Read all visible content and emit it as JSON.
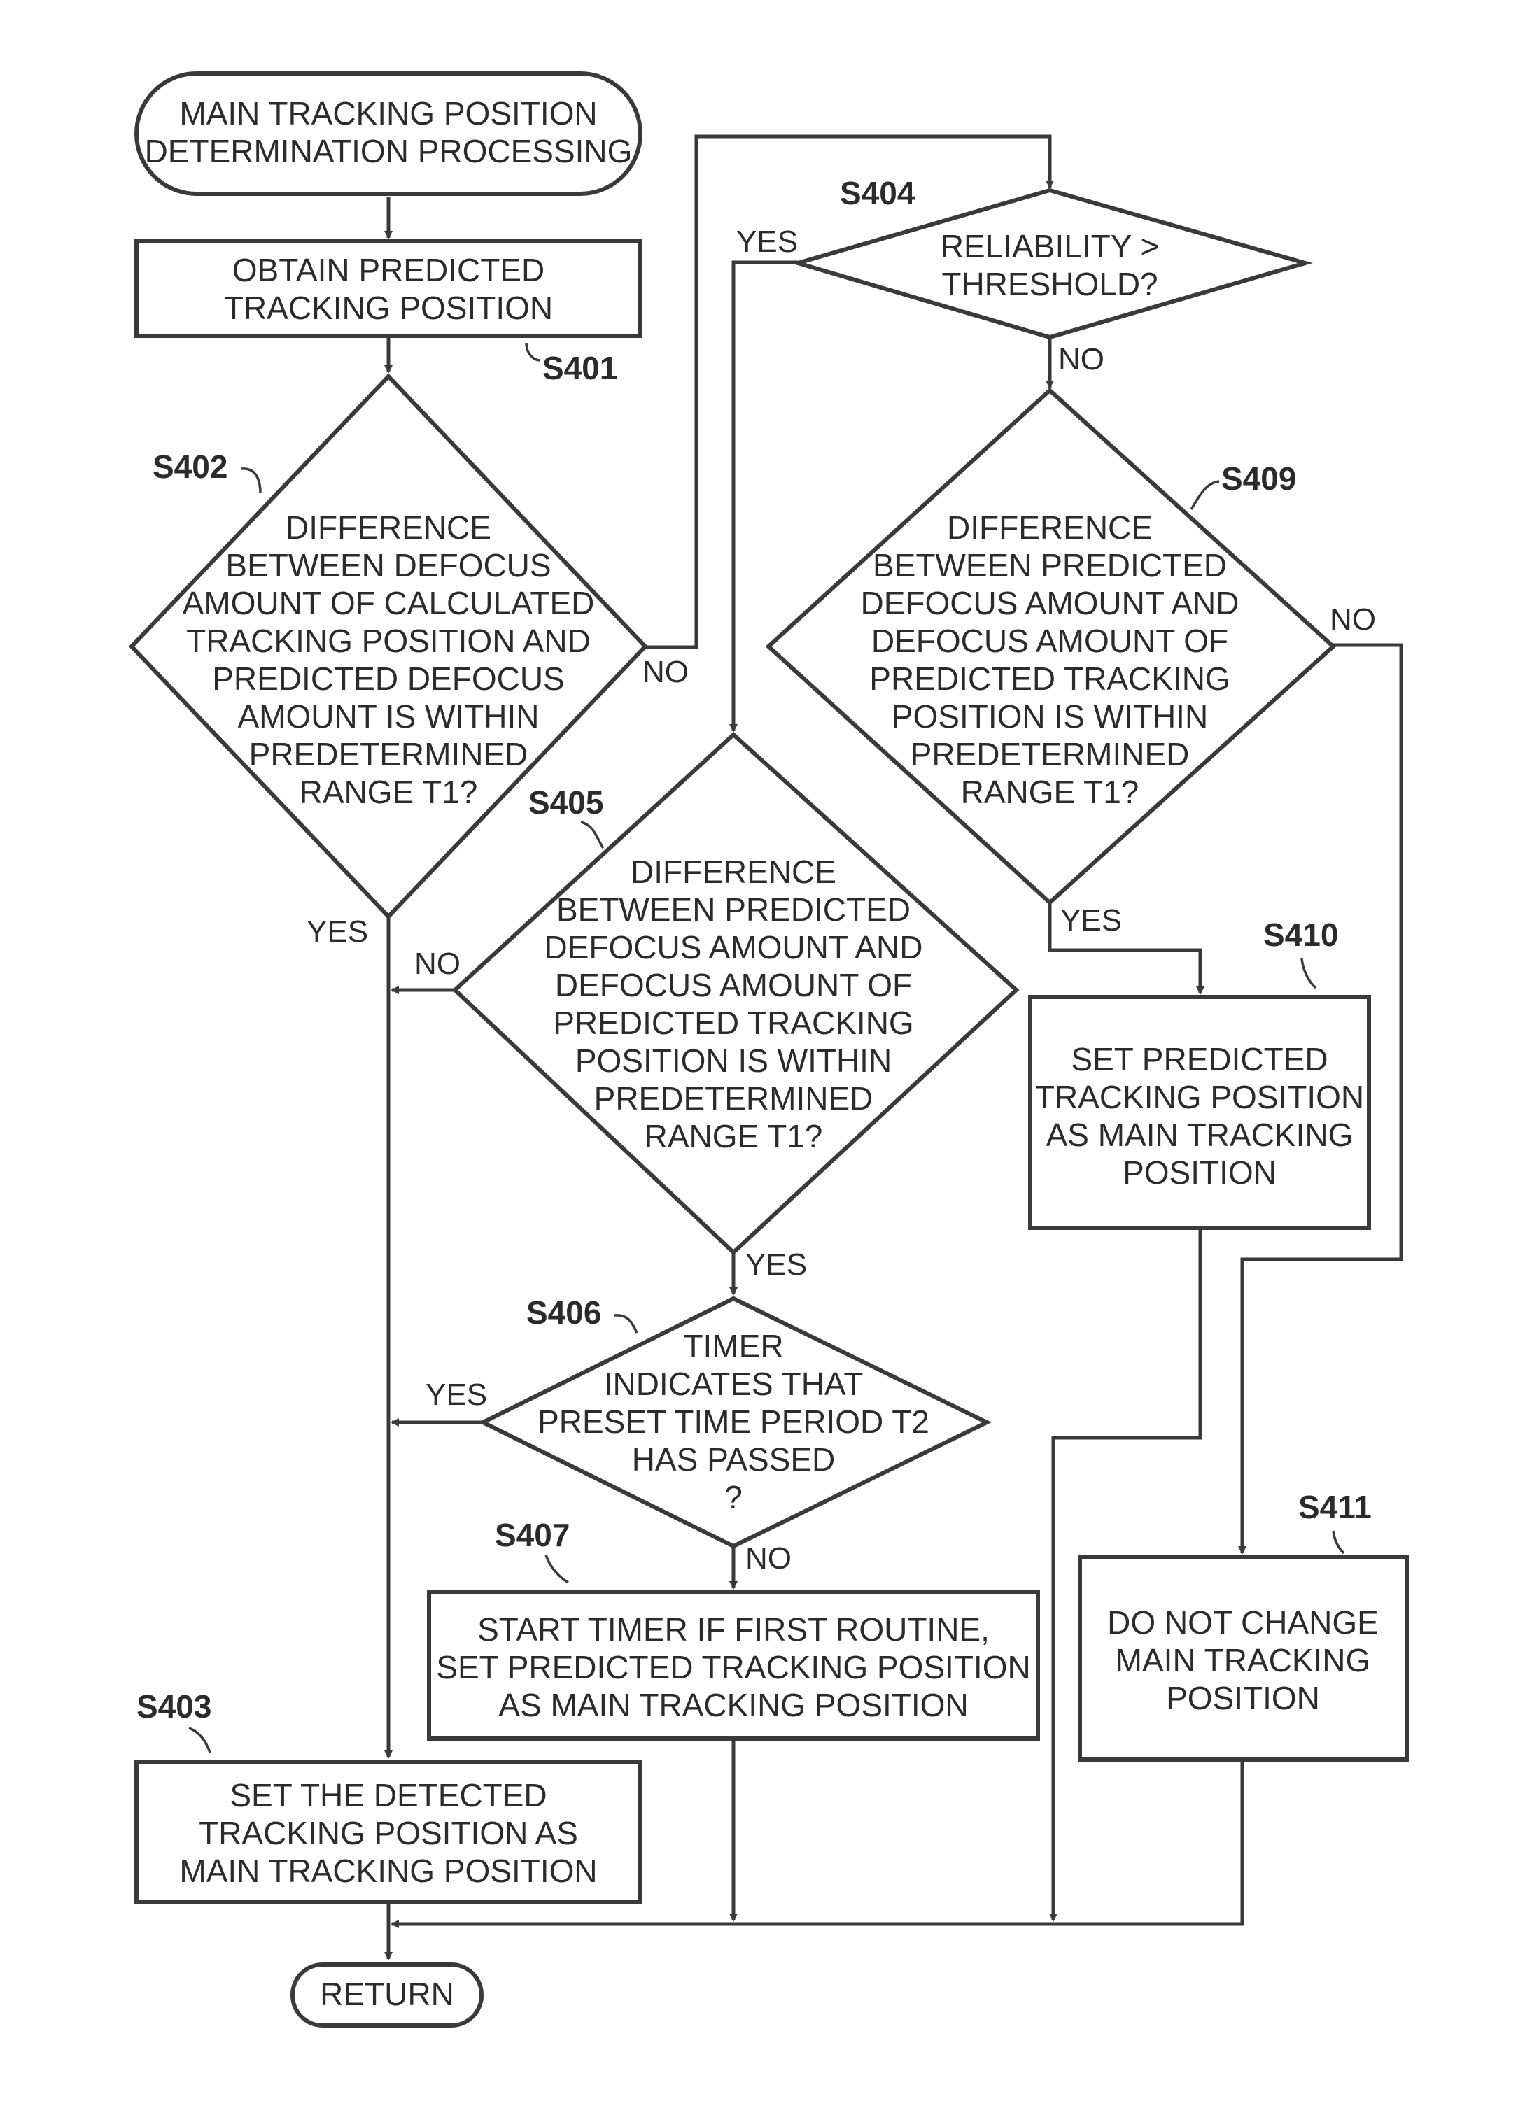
{
  "nodes": {
    "start": {
      "lines": [
        "MAIN TRACKING POSITION",
        "DETERMINATION PROCESSING"
      ]
    },
    "s401": {
      "step": "S401",
      "lines": [
        "OBTAIN PREDICTED",
        "TRACKING POSITION"
      ]
    },
    "s402": {
      "step": "S402",
      "lines": [
        "DIFFERENCE",
        "BETWEEN DEFOCUS",
        "AMOUNT OF CALCULATED",
        "TRACKING POSITION AND",
        "PREDICTED DEFOCUS",
        "AMOUNT IS WITHIN",
        "PREDETERMINED",
        "RANGE T1?"
      ]
    },
    "s403": {
      "step": "S403",
      "lines": [
        "SET THE DETECTED",
        "TRACKING POSITION AS",
        "MAIN TRACKING POSITION"
      ]
    },
    "s404": {
      "step": "S404",
      "lines": [
        "RELIABILITY >",
        "THRESHOLD?"
      ]
    },
    "s405": {
      "step": "S405",
      "lines": [
        "DIFFERENCE",
        "BETWEEN PREDICTED",
        "DEFOCUS AMOUNT AND",
        "DEFOCUS AMOUNT OF",
        "PREDICTED TRACKING",
        "POSITION IS WITHIN",
        "PREDETERMINED",
        "RANGE T1?"
      ]
    },
    "s406": {
      "step": "S406",
      "lines": [
        "TIMER",
        "INDICATES THAT",
        "PRESET TIME PERIOD T2",
        "HAS PASSED",
        "?"
      ]
    },
    "s407": {
      "step": "S407",
      "lines": [
        "START TIMER IF FIRST ROUTINE,",
        "SET PREDICTED TRACKING POSITION",
        "AS MAIN TRACKING POSITION"
      ]
    },
    "s409": {
      "step": "S409",
      "lines": [
        "DIFFERENCE",
        "BETWEEN PREDICTED",
        "DEFOCUS AMOUNT AND",
        "DEFOCUS AMOUNT OF",
        "PREDICTED TRACKING",
        "POSITION IS WITHIN",
        "PREDETERMINED",
        "RANGE T1?"
      ]
    },
    "s410": {
      "step": "S410",
      "lines": [
        "SET PREDICTED",
        "TRACKING POSITION",
        "AS MAIN TRACKING",
        "POSITION"
      ]
    },
    "s411": {
      "step": "S411",
      "lines": [
        "DO NOT CHANGE",
        "MAIN TRACKING",
        "POSITION"
      ]
    },
    "return": {
      "lines": [
        "RETURN"
      ]
    }
  },
  "edge_labels": {
    "s402_no": "NO",
    "s402_yes": "YES",
    "s404_yes": "YES",
    "s404_no": "NO",
    "s405_no": "NO",
    "s405_yes": "YES",
    "s406_yes": "YES",
    "s406_no": "NO",
    "s409_no": "NO",
    "s409_yes": "YES"
  },
  "colors": {
    "stroke": "#3a3a3a",
    "text": "#2b2b2b",
    "background": "#ffffff"
  }
}
